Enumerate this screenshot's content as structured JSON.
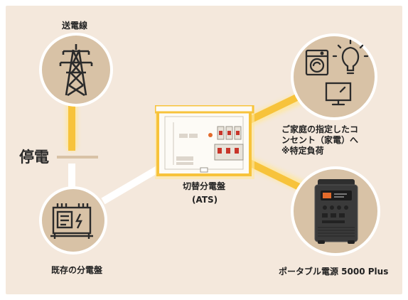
{
  "labels": {
    "transmission": "送電線",
    "outage": "停電",
    "existing_board": "既存の分電盤",
    "switch_board_line1": "切替分電盤",
    "switch_board_line2": "(ATS)",
    "outlets_line1": "ご家庭の指定したコ",
    "outlets_line2": "ンセント（家電）へ",
    "outlets_line3": "※特定負荷",
    "power_station": "ポータブル電源 5000 Plus"
  },
  "colors": {
    "background": "#f4e8dc",
    "circle_fill": "#d8c2a6",
    "active_line": "#f7c33b",
    "white_line": "#ffffff",
    "break_line": "#d8c2a6",
    "icon_stroke": "#2b2b2b"
  },
  "icons": [
    "power-pylon-icon",
    "distribution-board-icon",
    "washing-machine-icon",
    "light-bulb-icon",
    "tv-monitor-icon",
    "portable-power-station-icon",
    "ats-switch-panel-icon"
  ]
}
